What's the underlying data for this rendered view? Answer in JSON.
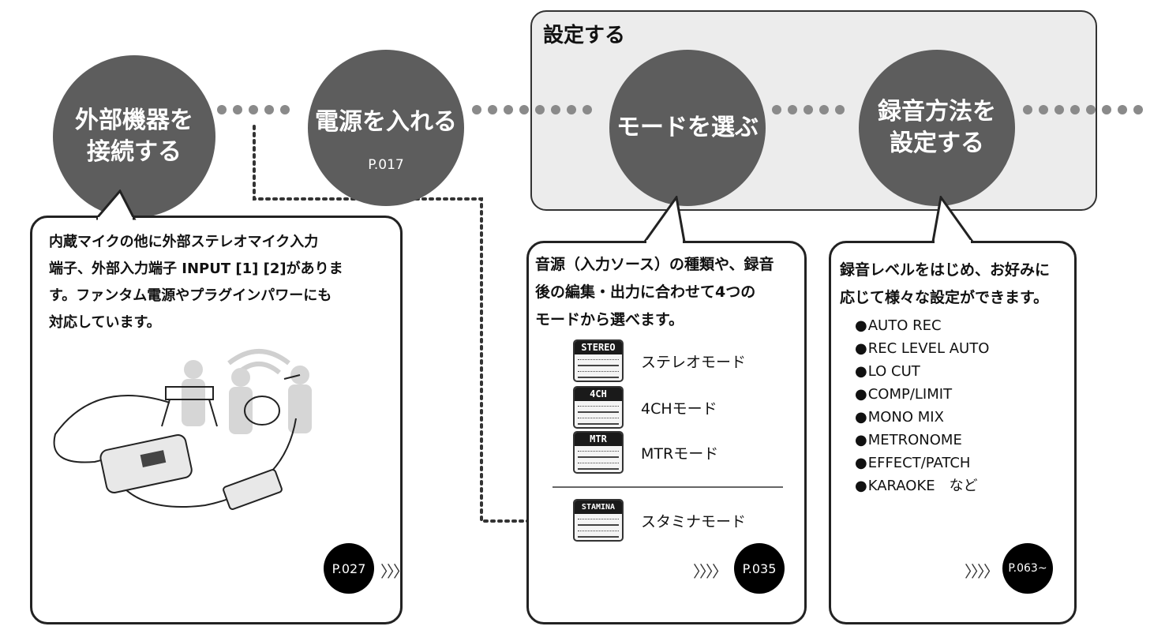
{
  "steps": [
    {
      "label": "外部機器を\n接続する",
      "page": ""
    },
    {
      "label": "電源を入れる",
      "page": "P.017"
    },
    {
      "label": "モードを選ぶ",
      "page": ""
    },
    {
      "label": "録音方法を\n設定する",
      "page": ""
    }
  ],
  "settings_group_title": "設定する",
  "callout1": {
    "text": [
      "内蔵マイクの他に外部ステレオマイク入力",
      "端子、外部入力端子 INPUT [1] [2]がありま",
      "す。ファンタム電源やプラグインパワーにも",
      "対応しています。"
    ],
    "page": "P.027",
    "arrows": "〉〉〉"
  },
  "callout2": {
    "text": [
      "音源（入力ソース）の種類や、録音",
      "後の編集・出力に合わせて4つの",
      "モードから選べます。"
    ],
    "modes": [
      {
        "icon_text": "STEREO",
        "label": "ステレオモード"
      },
      {
        "icon_text": "4CH",
        "label": "4CHモード"
      },
      {
        "icon_text": "MTR",
        "label": "MTRモード"
      },
      {
        "icon_text": "STAMINA",
        "label": "スタミナモード"
      }
    ],
    "page": "P.035",
    "arrows": "〉〉〉〉"
  },
  "callout3": {
    "text": [
      "録音レベルをはじめ、お好みに",
      "応じて様々な設定ができます。"
    ],
    "features": [
      "AUTO REC",
      "REC LEVEL AUTO",
      "LO CUT",
      "COMP/LIMIT",
      "MONO MIX",
      "METRONOME",
      "EFFECT/PATCH",
      "KARAOKE　など"
    ],
    "page": "P.063~",
    "arrows": "〉〉〉〉"
  },
  "colors": {
    "circle": "#5d5d5d",
    "group_bg": "#ececec",
    "badge": "#000000"
  }
}
